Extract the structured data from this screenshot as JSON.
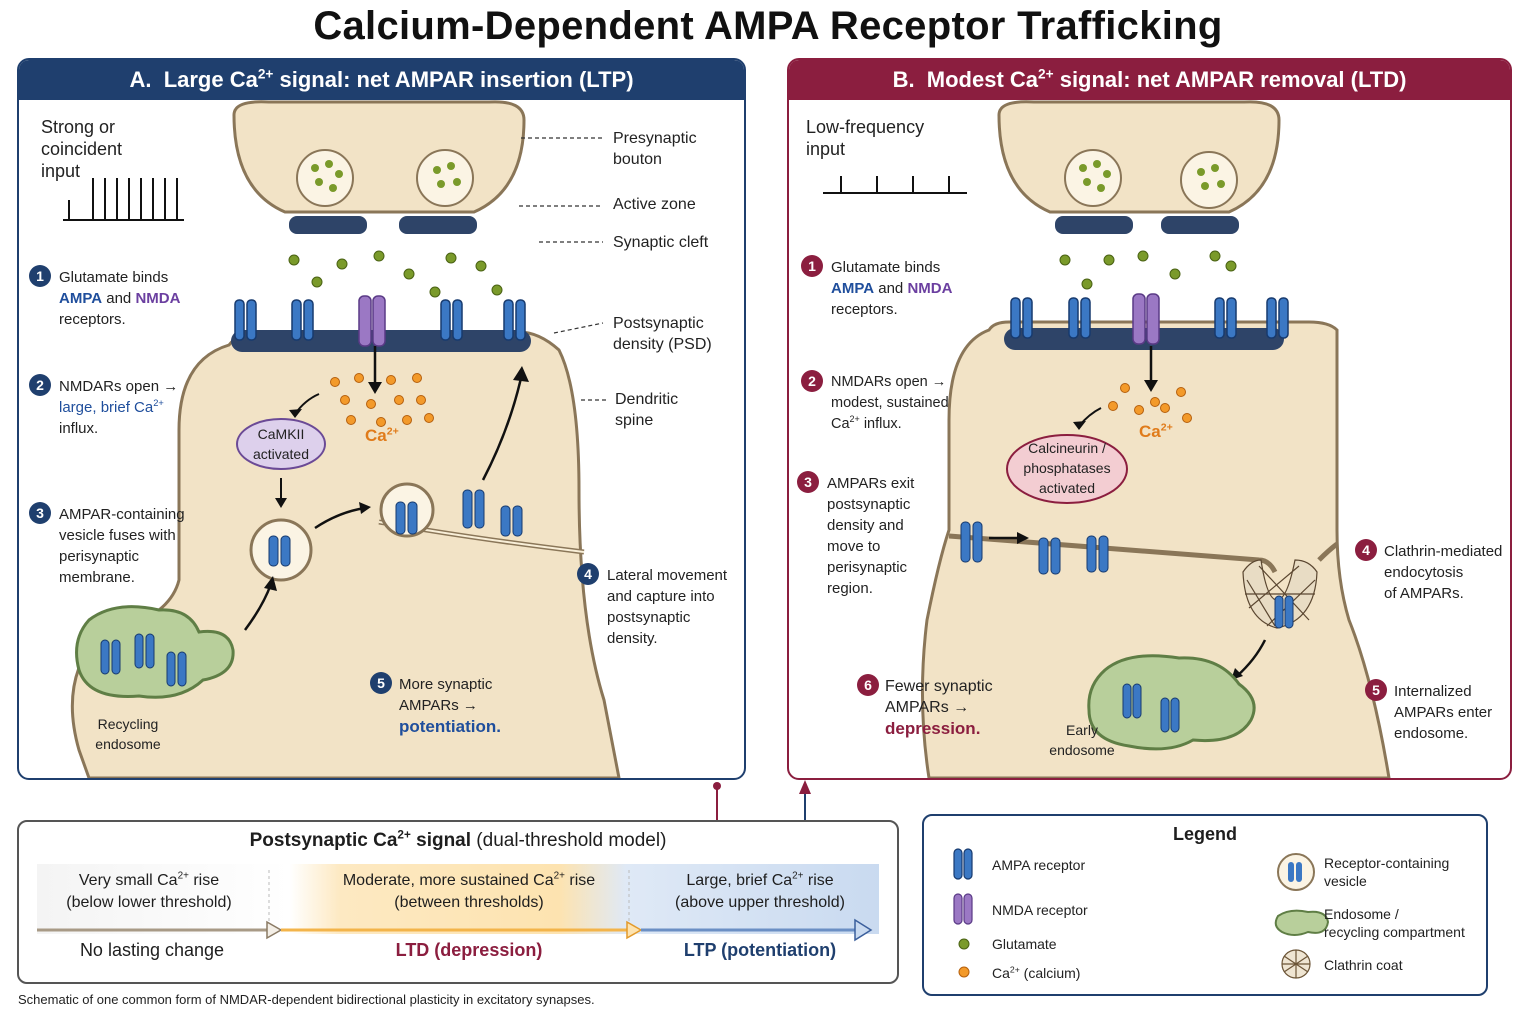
{
  "title": "Calcium-Dependent AMPA Receptor Trafficking",
  "panel_a": {
    "header": {
      "prefix": "A.",
      "pre": "Large Ca",
      "sup": "2+",
      "post": " signal: net AMPAR insertion (LTP)"
    },
    "input_label": [
      "Strong or",
      "coincident",
      "input"
    ],
    "structure_labels": {
      "presynaptic": [
        "Presynaptic",
        "bouton"
      ],
      "active_zone": "Active zone",
      "cleft": "Synaptic cleft",
      "psd": [
        "Postsynaptic",
        "density (PSD)"
      ],
      "spine": [
        "Dendritic",
        "spine"
      ]
    },
    "steps": {
      "s1": {
        "num": "1",
        "l1": "Glutamate binds",
        "ampa": "AMPA",
        "and": " and ",
        "nmda": "NMDA",
        "l3": "receptors."
      },
      "s2": {
        "num": "2",
        "l1": "NMDARs open →",
        "l2": "large, brief Ca",
        "sup": "2+",
        "l3": "influx."
      },
      "s3": {
        "num": "3",
        "lines": [
          "AMPAR-containing",
          "vesicle fuses with",
          "perisynaptic",
          "membrane."
        ]
      },
      "s4": {
        "num": "4",
        "lines": [
          "Lateral movement",
          "and capture into",
          "postsynaptic",
          "density."
        ]
      },
      "s5": {
        "num": "5",
        "l1": "More synaptic",
        "l2": "AMPARs  →",
        "l3": "potentiation."
      }
    },
    "camkii": [
      "CaMKII",
      "activated"
    ],
    "ca_label": "Ca",
    "ca_sup": "2+",
    "endosome": [
      "Recycling",
      "endosome"
    ]
  },
  "panel_b": {
    "header": {
      "prefix": "B.",
      "pre": "Modest Ca",
      "sup": "2+",
      "post": " signal: net AMPAR removal (LTD)"
    },
    "input_label": [
      "Low-frequency",
      "input"
    ],
    "steps": {
      "s1": {
        "num": "1",
        "l1": "Glutamate binds",
        "ampa": "AMPA",
        "and": " and ",
        "nmda": "NMDA",
        "l3": "receptors."
      },
      "s2": {
        "num": "2",
        "l1": "NMDARs open →",
        "l2": "modest, sustained",
        "l3pre": "Ca",
        "sup": "2+",
        "l3post": " influx."
      },
      "s3": {
        "num": "3",
        "lines": [
          "AMPARs exit",
          "postsynaptic",
          "density and",
          "move to",
          "perisynaptic",
          "region."
        ]
      },
      "s4": {
        "num": "4",
        "lines": [
          "Clathrin-mediated",
          "endocytosis",
          "of AMPARs."
        ]
      },
      "s5": {
        "num": "5",
        "lines": [
          "Internalized",
          "AMPARs enter",
          "endosome."
        ]
      },
      "s6": {
        "num": "6",
        "l1": "Fewer synaptic",
        "l2": "AMPARs  →",
        "l3": "depression."
      }
    },
    "calcineurin": [
      "Calcineurin /",
      "phosphatases",
      "activated"
    ],
    "ca_label": "Ca",
    "ca_sup": "2+",
    "endosome": [
      "Early",
      "endosome"
    ]
  },
  "scale": {
    "title_pre": "Postsynaptic Ca",
    "title_sup": "2+",
    "title_bold_post": " signal",
    "title_rest": " (dual-threshold model)",
    "segments": [
      {
        "l1pre": "Very small Ca",
        "sup": "2+",
        "l1post": " rise",
        "l2": "(below lower threshold)",
        "result": "No lasting change"
      },
      {
        "l1pre": "Moderate, more sustained Ca",
        "sup": "2+",
        "l1post": " rise",
        "l2": "(between thresholds)",
        "result": "LTD (depression)"
      },
      {
        "l1pre": "Large, brief Ca",
        "sup": "2+",
        "l1post": " rise",
        "l2": "(above upper threshold)",
        "result": "LTP (potentiation)"
      }
    ]
  },
  "legend": {
    "title": "Legend",
    "ampa": "AMPA receptor",
    "nmda": "NMDA receptor",
    "glutamate": "Glutamate",
    "ca_pre": "Ca",
    "ca_sup": "2+",
    "ca_post": " (calcium)",
    "vesicle": [
      "Receptor-containing",
      "vesicle"
    ],
    "endosome": [
      "Endosome /",
      "recycling compartment"
    ],
    "clathrin": "Clathrin coat"
  },
  "caption": "Schematic of one common form of NMDAR-dependent bidirectional plasticity in excitatory synapses.",
  "colors": {
    "ltp_blue": "#1f3f6e",
    "ltd_red": "#8b1e3f",
    "calcium_orange": "#e07b1a",
    "glutamate_green": "#7a9a2a",
    "ampa_blue": "#3b78c4",
    "nmda_purple": "#9b78c4"
  }
}
